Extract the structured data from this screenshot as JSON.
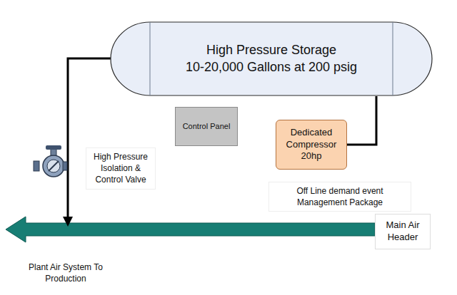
{
  "diagram": {
    "nodes": [
      {
        "text": [
          "High Pressure Storage",
          "10-20,000 Gallons at 200 psig"
        ]
      },
      {
        "text": [
          "Control Panel"
        ]
      },
      {
        "text": [
          "Dedicated Compressor 20hp"
        ]
      },
      {
        "text": [
          "Main Air Header"
        ]
      }
    ],
    "edges": [
      {
        "from": 2,
        "to": 0,
        "arrow": "none"
      }
    ],
    "labels": [
      "High Pressure Isolation & Control Valve",
      "Off Line demand event Management Package",
      "Plant Air System To Production"
    ]
  }
}
